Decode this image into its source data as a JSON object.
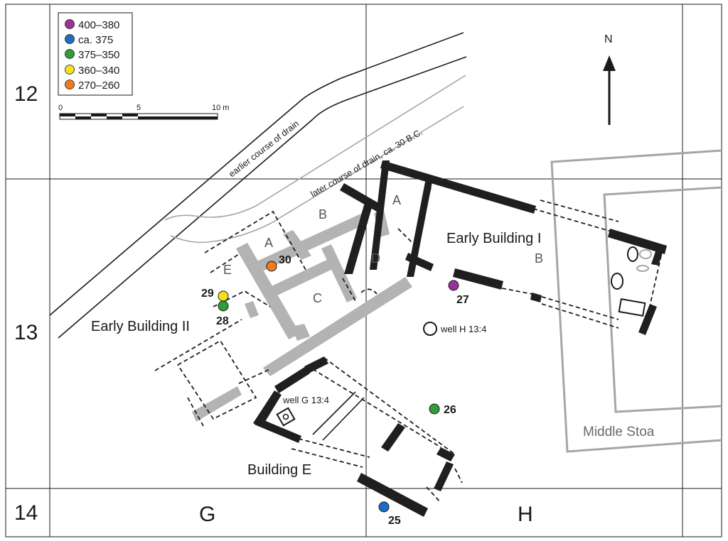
{
  "legend": {
    "items": [
      {
        "label": "400–380",
        "color": "#993399"
      },
      {
        "label": "ca. 375",
        "color": "#1a6fc4"
      },
      {
        "label": "375–350",
        "color": "#2f9e3a"
      },
      {
        "label": "360–340",
        "color": "#f2e01a"
      },
      {
        "label": "270–260",
        "color": "#f07a20"
      }
    ]
  },
  "scale": {
    "tick_0": "0",
    "tick_5": "5",
    "tick_10": "10 m"
  },
  "north": "N",
  "grid": {
    "row_12": "12",
    "row_13": "13",
    "row_14": "14",
    "col_g": "G",
    "col_h": "H"
  },
  "drains": {
    "earlier": "earlier course of drain",
    "later": "later course of drain, ca. 30 B.C."
  },
  "buildings": {
    "early_1": "Early Building I",
    "early_2": "Early Building II",
    "building_e": "Building E",
    "middle_stoa": "Middle Stoa"
  },
  "rooms": {
    "eb1_a": "A",
    "eb1_b": "B",
    "eb2_a": "A",
    "eb2_b": "B",
    "eb2_c": "C",
    "eb2_d": "D",
    "eb2_e": "E"
  },
  "wells": {
    "h": "well H 13:4",
    "g": "well G 13:4"
  },
  "deposits": [
    {
      "number": "30",
      "color": "#f07a20"
    },
    {
      "number": "29",
      "color": "#f2e01a"
    },
    {
      "number": "28",
      "color": "#2f9e3a"
    },
    {
      "number": "27",
      "color": "#993399"
    },
    {
      "number": "26",
      "color": "#2f9e3a"
    },
    {
      "number": "25",
      "color": "#1a6fc4"
    }
  ]
}
